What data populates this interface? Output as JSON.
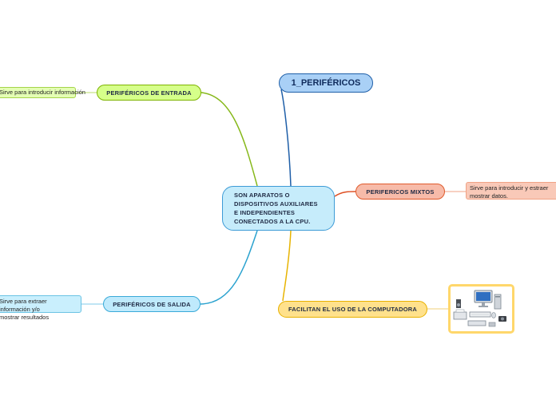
{
  "central": {
    "lines": [
      "SON APARATOS O",
      "DISPOSITIVOS AUXILIARES",
      "E INDEPENDIENTES",
      "CONECTADOS A LA CPU."
    ]
  },
  "title_node": {
    "label": "1_PERIFÉRICOS"
  },
  "branches": {
    "entrada": {
      "label": "PERIFÉRICOS DE ENTRADA",
      "leaf": "Sirve para introducir información"
    },
    "salida": {
      "label": "PERIFÉRICOS DE SALIDA",
      "leaf": [
        "Sirve para extraer información y/o",
        "mostrar resultados"
      ]
    },
    "mixtos": {
      "label": "PERIFERICOS MIXTOS",
      "leaf": [
        "Sirve para introducir y estraer",
        "mostrar datos."
      ]
    },
    "facilitan": {
      "label": "FACILITAN EL USO DE LA COMPUTADORA"
    }
  },
  "colors": {
    "entrada": "#86b81a",
    "salida": "#2aa2cf",
    "mixtos": "#de4f22",
    "facilitan": "#e7b300",
    "title": "#1f5fa8"
  },
  "image": {
    "icon": "computer-peripherals-icon"
  }
}
